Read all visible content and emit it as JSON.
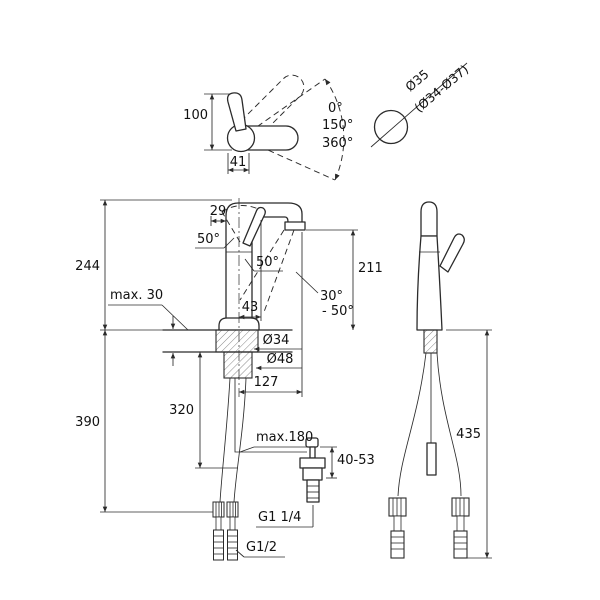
{
  "colors": {
    "background": "#ffffff",
    "line": "#2b2b2b",
    "text": "#111111"
  },
  "top_view": {
    "height_dim": "100",
    "handle_offset_dim": "41",
    "rotation_angles": [
      "0°",
      "150°",
      "360°"
    ]
  },
  "mounting_hole": {
    "diameter": "Ø35",
    "diameter_range": "(Ø34-Ø37)"
  },
  "front_view": {
    "spout_top_width": "29",
    "spout_height": "244",
    "handle_angle_left": "50°",
    "handle_angle_right": "50°",
    "max_deck_thickness": "max. 30",
    "handle_projection": "43",
    "spout_swivel_min": "30°",
    "spout_swivel_max": "- 50°",
    "outlet_height": "211",
    "shank_diameter": "Ø34",
    "base_diameter": "Ø48",
    "spout_reach": "127",
    "height_below_deck": "390",
    "hose_drop": "320",
    "rod_length": "max.180",
    "drain_adjustment": "40-53",
    "drain_thread": "G1 1/4",
    "hose_thread": "G1/2"
  },
  "side_view": {
    "overall_below_height": "435"
  }
}
